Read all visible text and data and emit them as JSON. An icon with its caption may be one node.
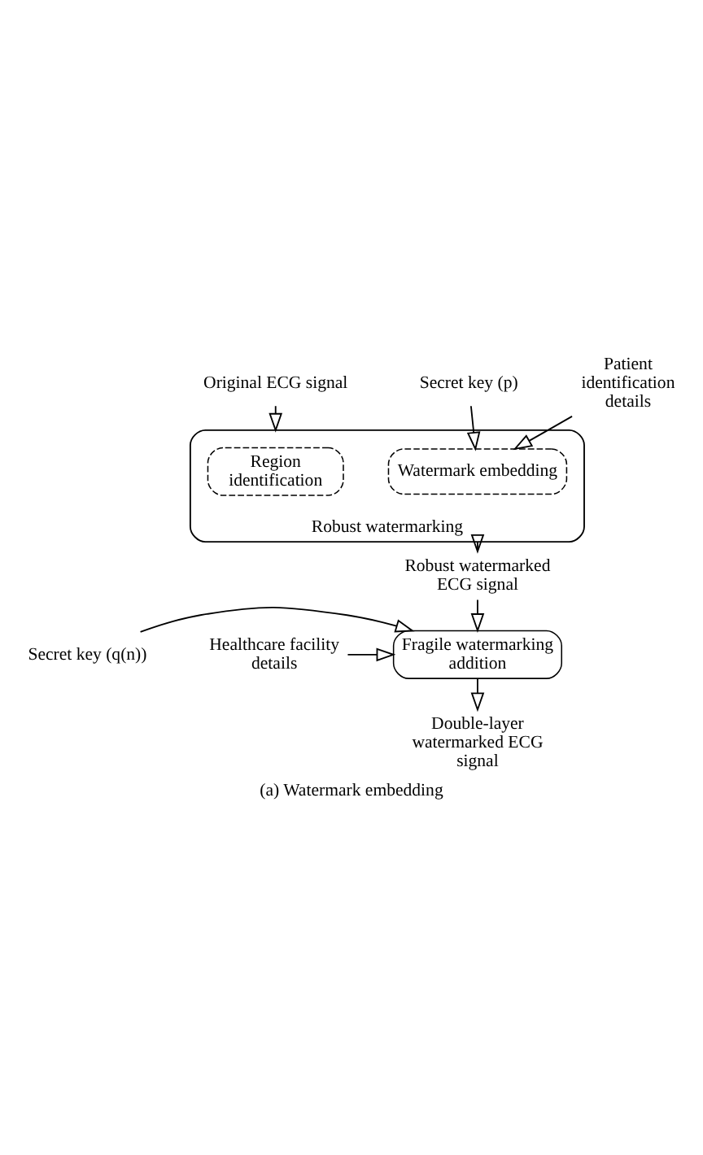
{
  "diagram": {
    "caption": "(a) Watermark embedding",
    "nodes": [
      {
        "text": [
          "Original ECG signal"
        ]
      },
      {
        "text": [
          "Robust watermarking"
        ]
      },
      {
        "text": [
          "Region identification"
        ],
        "in": 1
      },
      {
        "text": [
          "Watermark embedding"
        ],
        "in": 1
      },
      {
        "text": [
          "Secret key (p)"
        ]
      },
      {
        "text": [
          "Patient identification details"
        ]
      },
      {
        "text": [
          "Robust watermarked ECG signal"
        ]
      },
      {
        "text": [
          "Secret key (q(n))"
        ]
      },
      {
        "text": [
          "Fragile watermarking addition"
        ]
      },
      {
        "text": [
          "Healthcare facility details"
        ]
      },
      {
        "text": [
          "Double-layer watermarked ECG signal"
        ]
      }
    ],
    "edges": [
      {
        "from": 0,
        "to": 1,
        "arrow": "to"
      },
      {
        "from": 4,
        "to": 3,
        "arrow": "to"
      },
      {
        "from": 5,
        "to": 3,
        "arrow": "to"
      },
      {
        "from": 1,
        "to": 6,
        "arrow": "to"
      },
      {
        "from": 6,
        "to": 8,
        "arrow": "to"
      },
      {
        "from": 7,
        "to": 8,
        "arrow": "to"
      },
      {
        "from": 9,
        "to": 8,
        "arrow": "to"
      },
      {
        "from": 8,
        "to": 10,
        "arrow": "to"
      }
    ]
  }
}
